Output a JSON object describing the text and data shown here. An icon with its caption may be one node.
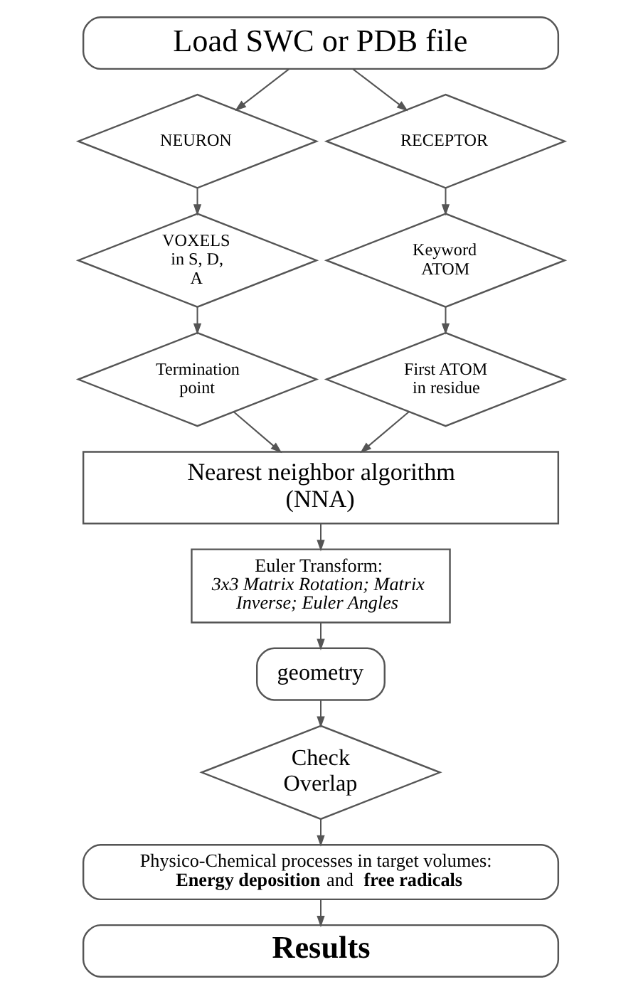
{
  "diagram": {
    "nodes": [
      {
        "text": [
          "Load SWC or PDB file"
        ]
      },
      {
        "text": [
          "NEURON"
        ]
      },
      {
        "text": [
          "RECEPTOR"
        ]
      },
      {
        "text": [
          "VOXELS in S, D, A"
        ]
      },
      {
        "text": [
          "Keyword ATOM"
        ]
      },
      {
        "text": [
          "Termination point"
        ]
      },
      {
        "text": [
          "First ATOM in residue"
        ]
      },
      {
        "text": [
          "Nearest neighbor algorithm (NNA)"
        ]
      },
      {
        "text": [
          "Euler Transform:",
          "3x3 Matrix Rotation; Matrix Inverse; Euler Angles"
        ]
      },
      {
        "text": [
          "geometry"
        ]
      },
      {
        "text": [
          "Check Overlap"
        ]
      },
      {
        "text": [
          "Physico-Chemical processes in target volumes:",
          "**Energy deposition** and **free radicals**"
        ]
      },
      {
        "text": [
          "Results"
        ]
      }
    ],
    "edges": [
      {
        "from": 0,
        "to": 1,
        "arrow": "to"
      },
      {
        "from": 0,
        "to": 2,
        "arrow": "to"
      },
      {
        "from": 1,
        "to": 3,
        "arrow": "to"
      },
      {
        "from": 2,
        "to": 4,
        "arrow": "to"
      },
      {
        "from": 3,
        "to": 5,
        "arrow": "to"
      },
      {
        "from": 4,
        "to": 6,
        "arrow": "to"
      },
      {
        "from": 5,
        "to": 7,
        "arrow": "to"
      },
      {
        "from": 6,
        "to": 7,
        "arrow": "to"
      },
      {
        "from": 7,
        "to": 8,
        "arrow": "to"
      },
      {
        "from": 8,
        "to": 9,
        "arrow": "to"
      },
      {
        "from": 9,
        "to": 10,
        "arrow": "to"
      },
      {
        "from": 10,
        "to": 11,
        "arrow": "to"
      },
      {
        "from": 11,
        "to": 12,
        "arrow": "to"
      }
    ]
  }
}
